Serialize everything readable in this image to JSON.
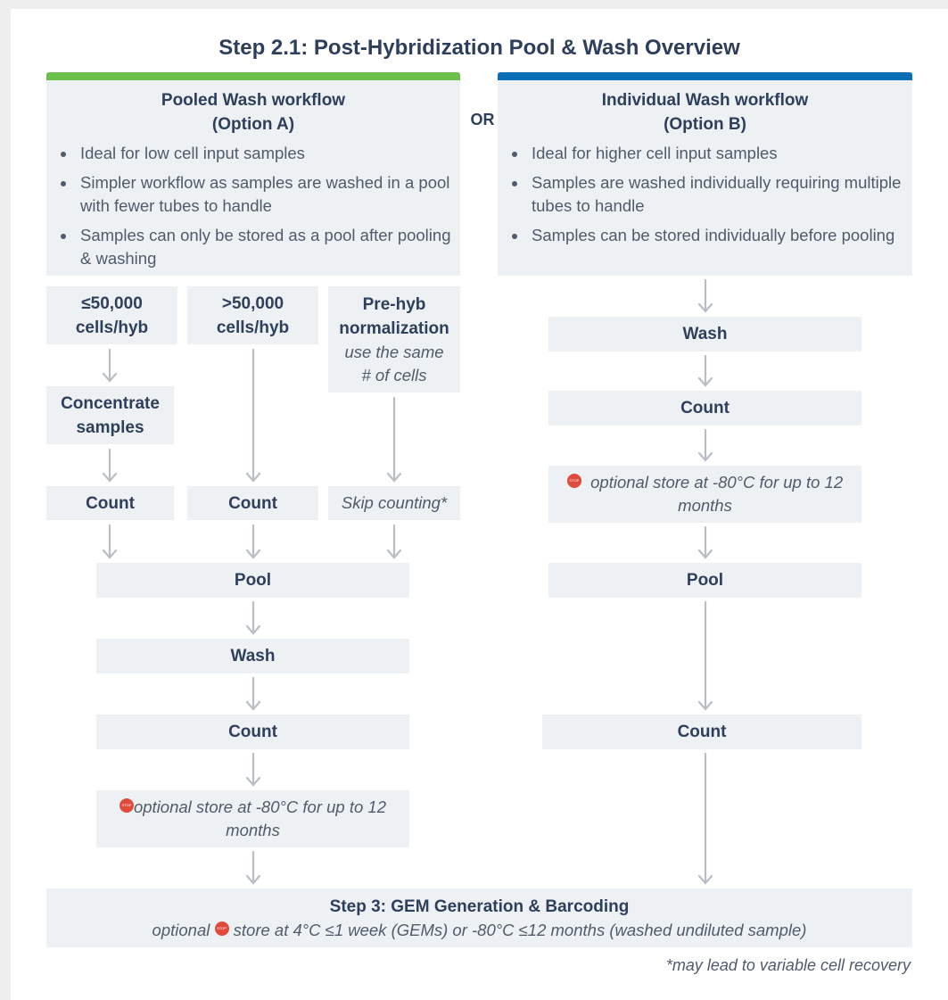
{
  "title": "Step 2.1: Post-Hybridization Pool & Wash Overview",
  "or_label": "OR",
  "colors": {
    "option_a_bar": "#6cbf4a",
    "option_b_bar": "#0b6fb8",
    "box_fill": "#eef1f4",
    "text": "#2e3f5c",
    "stop": "#e04a3c"
  },
  "option_a": {
    "heading_line1": "Pooled Wash workflow",
    "heading_line2": "(Option A)",
    "bullets": [
      "Ideal for low cell input samples",
      "Simpler workflow as samples are washed in a pool with fewer tubes to handle",
      "Samples can only be stored as a pool after pooling & washing"
    ]
  },
  "option_b": {
    "heading_line1": "Individual Wash workflow",
    "heading_line2": "(Option B)",
    "bullets": [
      "Ideal for higher cell input samples",
      "Samples are washed individually requiring multiple tubes to handle",
      "Samples can be stored individually before pooling"
    ]
  },
  "left_flow": {
    "col1_top": "≤50,000 cells/hyb",
    "col1_concentrate": "Concentrate samples",
    "col1_count": "Count",
    "col2_top": ">50,000 cells/hyb",
    "col2_count": "Count",
    "col3_top": "Pre-hyb normalization",
    "col3_top_sub": "use the same # of cells",
    "col3_skip": "Skip counting*",
    "pool": "Pool",
    "wash": "Wash",
    "count": "Count",
    "store": "optional store at -80°C for up to 12 months"
  },
  "right_flow": {
    "wash": "Wash",
    "count1": "Count",
    "store": "optional store at -80°C for up to 12 months",
    "pool": "Pool",
    "count2": "Count"
  },
  "stop_icon_text": "STOP",
  "final": {
    "title": "Step 3: GEM Generation & Barcoding",
    "sub_pre": "optional",
    "sub_post": "store at 4°C ≤1 week (GEMs) or -80°C ≤12 months (washed undiluted sample)"
  },
  "footnote": "*may lead to variable cell recovery"
}
